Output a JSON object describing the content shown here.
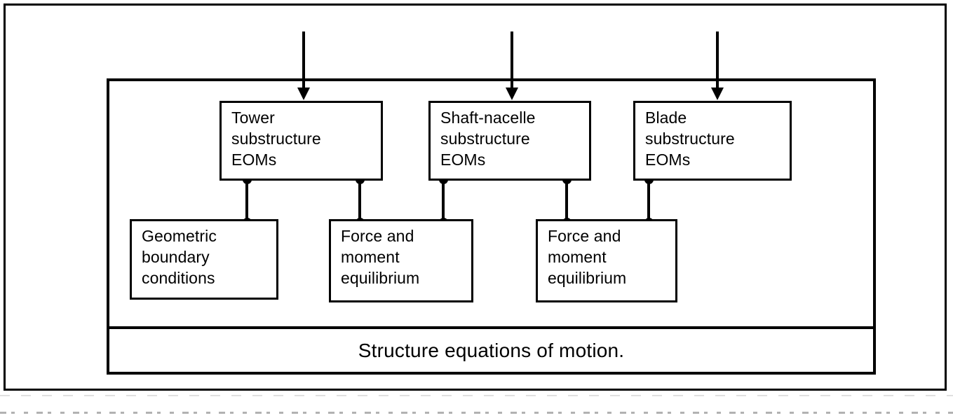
{
  "diagram": {
    "title": "Structure equations of motion.",
    "caption": "Structure equations of motion.",
    "accent_color": "#000000",
    "background_color": "#ffffff",
    "nodes": [
      {
        "id": "tower",
        "label": "Tower\nsubstructure\nEOMs"
      },
      {
        "id": "shaft",
        "label": "Shaft-nacelle\nsubstructure\nEOMs"
      },
      {
        "id": "blade",
        "label": "Blade\nsubstructure\nEOMs"
      },
      {
        "id": "geom",
        "label": "Geometric\nboundary\nconditions"
      },
      {
        "id": "force1",
        "label": "Force and\nmoment\nequilibrium"
      },
      {
        "id": "force2",
        "label": "Force and\nmoment\nequilibrium"
      }
    ],
    "inputs": [
      {
        "id": "input-tower",
        "target": "tower"
      },
      {
        "id": "input-shaft",
        "target": "shaft"
      },
      {
        "id": "input-blade",
        "target": "blade"
      }
    ],
    "connections": [
      {
        "from": "tower",
        "to": "geom"
      },
      {
        "from": "tower",
        "to": "force1"
      },
      {
        "from": "shaft",
        "to": "force1"
      },
      {
        "from": "shaft",
        "to": "force2"
      },
      {
        "from": "blade",
        "to": "force2"
      }
    ]
  }
}
